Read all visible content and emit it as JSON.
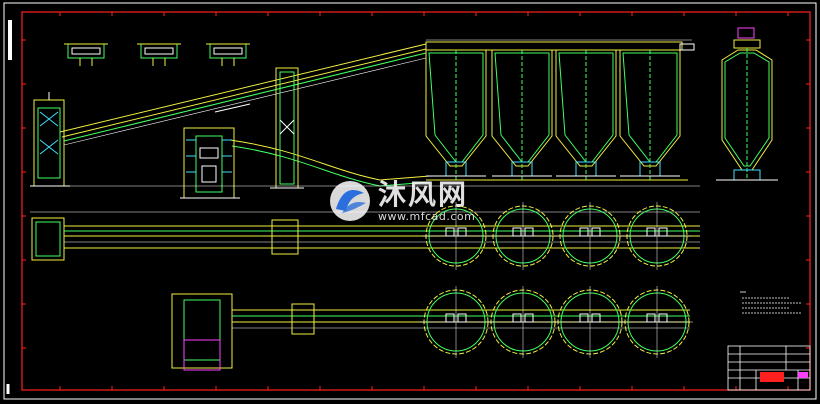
{
  "drawing": {
    "background": "#000000",
    "colors": {
      "border": "#ff2020",
      "primary": "#f0f040",
      "secondary": "#40ff60",
      "accent": "#ff40ff",
      "white": "#ffffff",
      "cyan": "#40e0ff"
    },
    "silos_top_view_row1": 4,
    "silos_top_view_row2": 4,
    "silos_elevation": 4
  },
  "watermark": {
    "cn": "沐风网",
    "url": "www.mfcad.com",
    "logo_icon": "mfcad-logo-icon"
  }
}
